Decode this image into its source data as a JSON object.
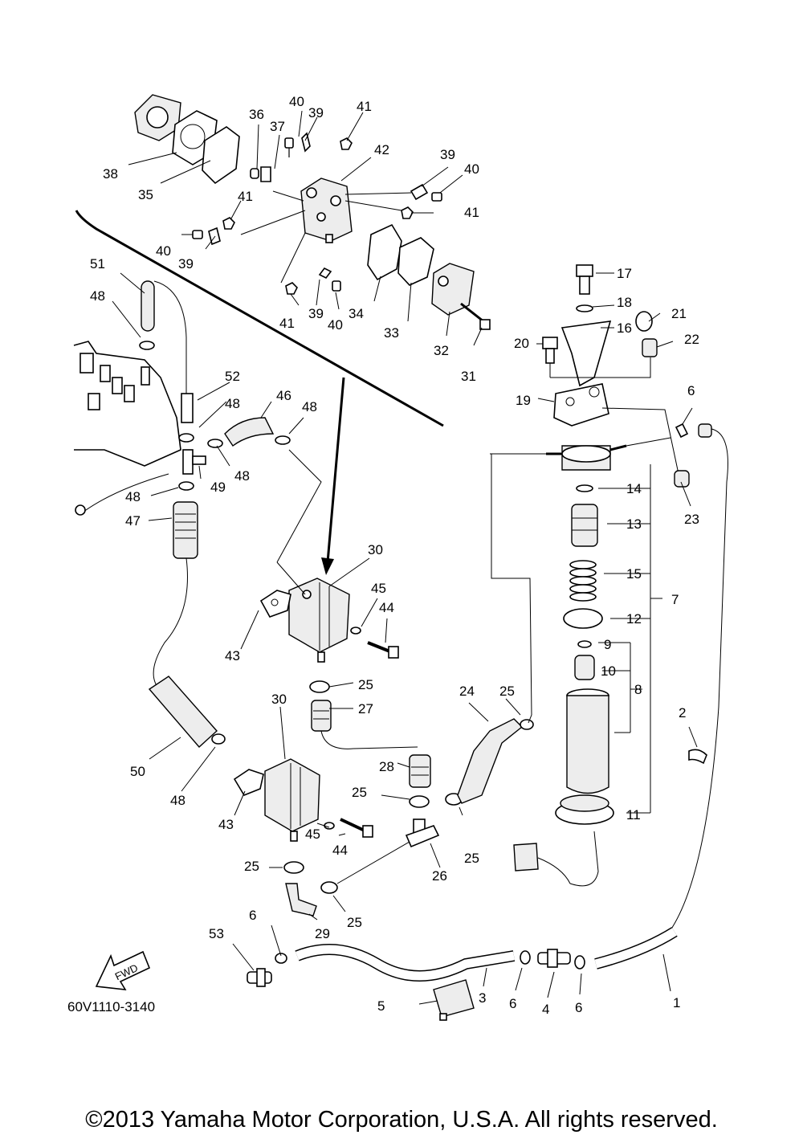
{
  "figure_code": "60V1110-3140",
  "fwd_label": "FWD",
  "copyright": "©2013 Yamaha Motor Corporation, U.S.A. All rights reserved.",
  "callouts": [
    "1",
    "2",
    "3",
    "4",
    "5",
    "6",
    "7",
    "8",
    "9",
    "10",
    "11",
    "12",
    "13",
    "14",
    "15",
    "16",
    "17",
    "18",
    "19",
    "20",
    "21",
    "22",
    "23",
    "24",
    "25",
    "26",
    "27",
    "28",
    "29",
    "30",
    "31",
    "32",
    "33",
    "34",
    "35",
    "36",
    "37",
    "38",
    "39",
    "40",
    "41",
    "42",
    "43",
    "44",
    "45",
    "46",
    "47",
    "48",
    "49",
    "50",
    "51",
    "52",
    "53"
  ]
}
